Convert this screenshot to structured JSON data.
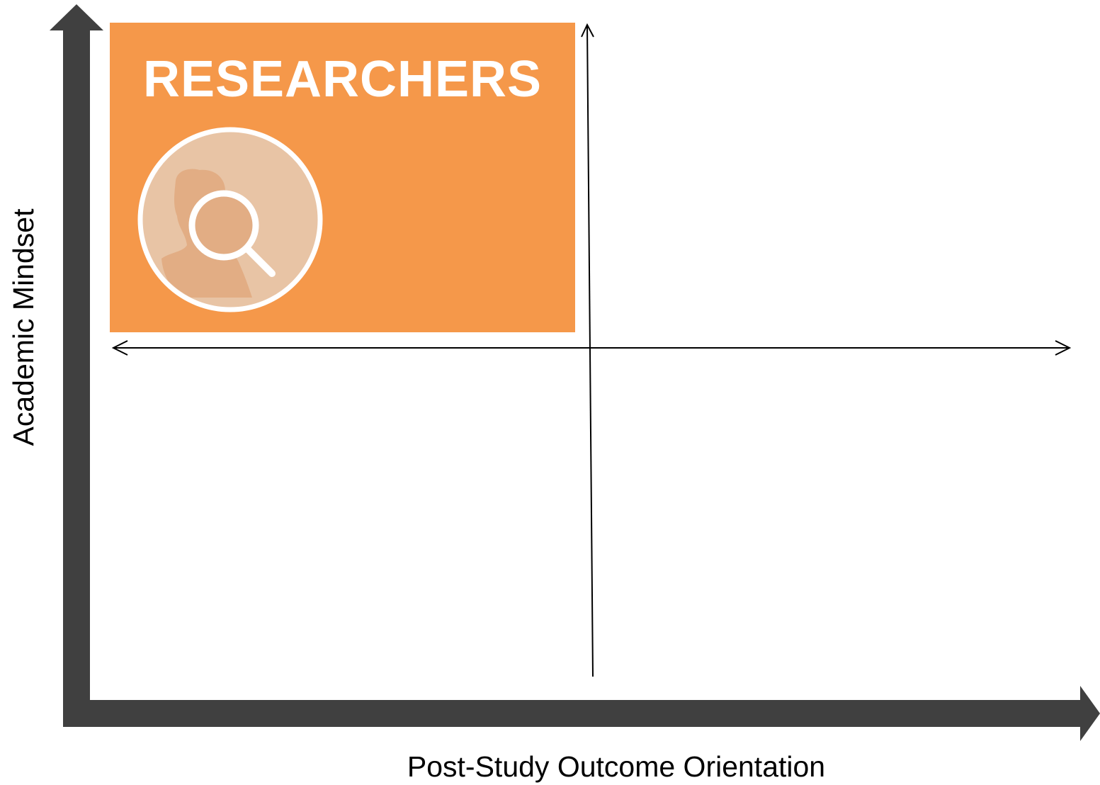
{
  "diagram": {
    "quadrant": {
      "label": "RESEARCHERS",
      "color": "#F5984A",
      "icon": "researcher-magnifier-icon"
    },
    "axes": {
      "x_label": "Post-Study Outcome Orientation",
      "y_label": "Academic Mindset",
      "color": "#404040"
    },
    "divider_color": "#000000"
  }
}
